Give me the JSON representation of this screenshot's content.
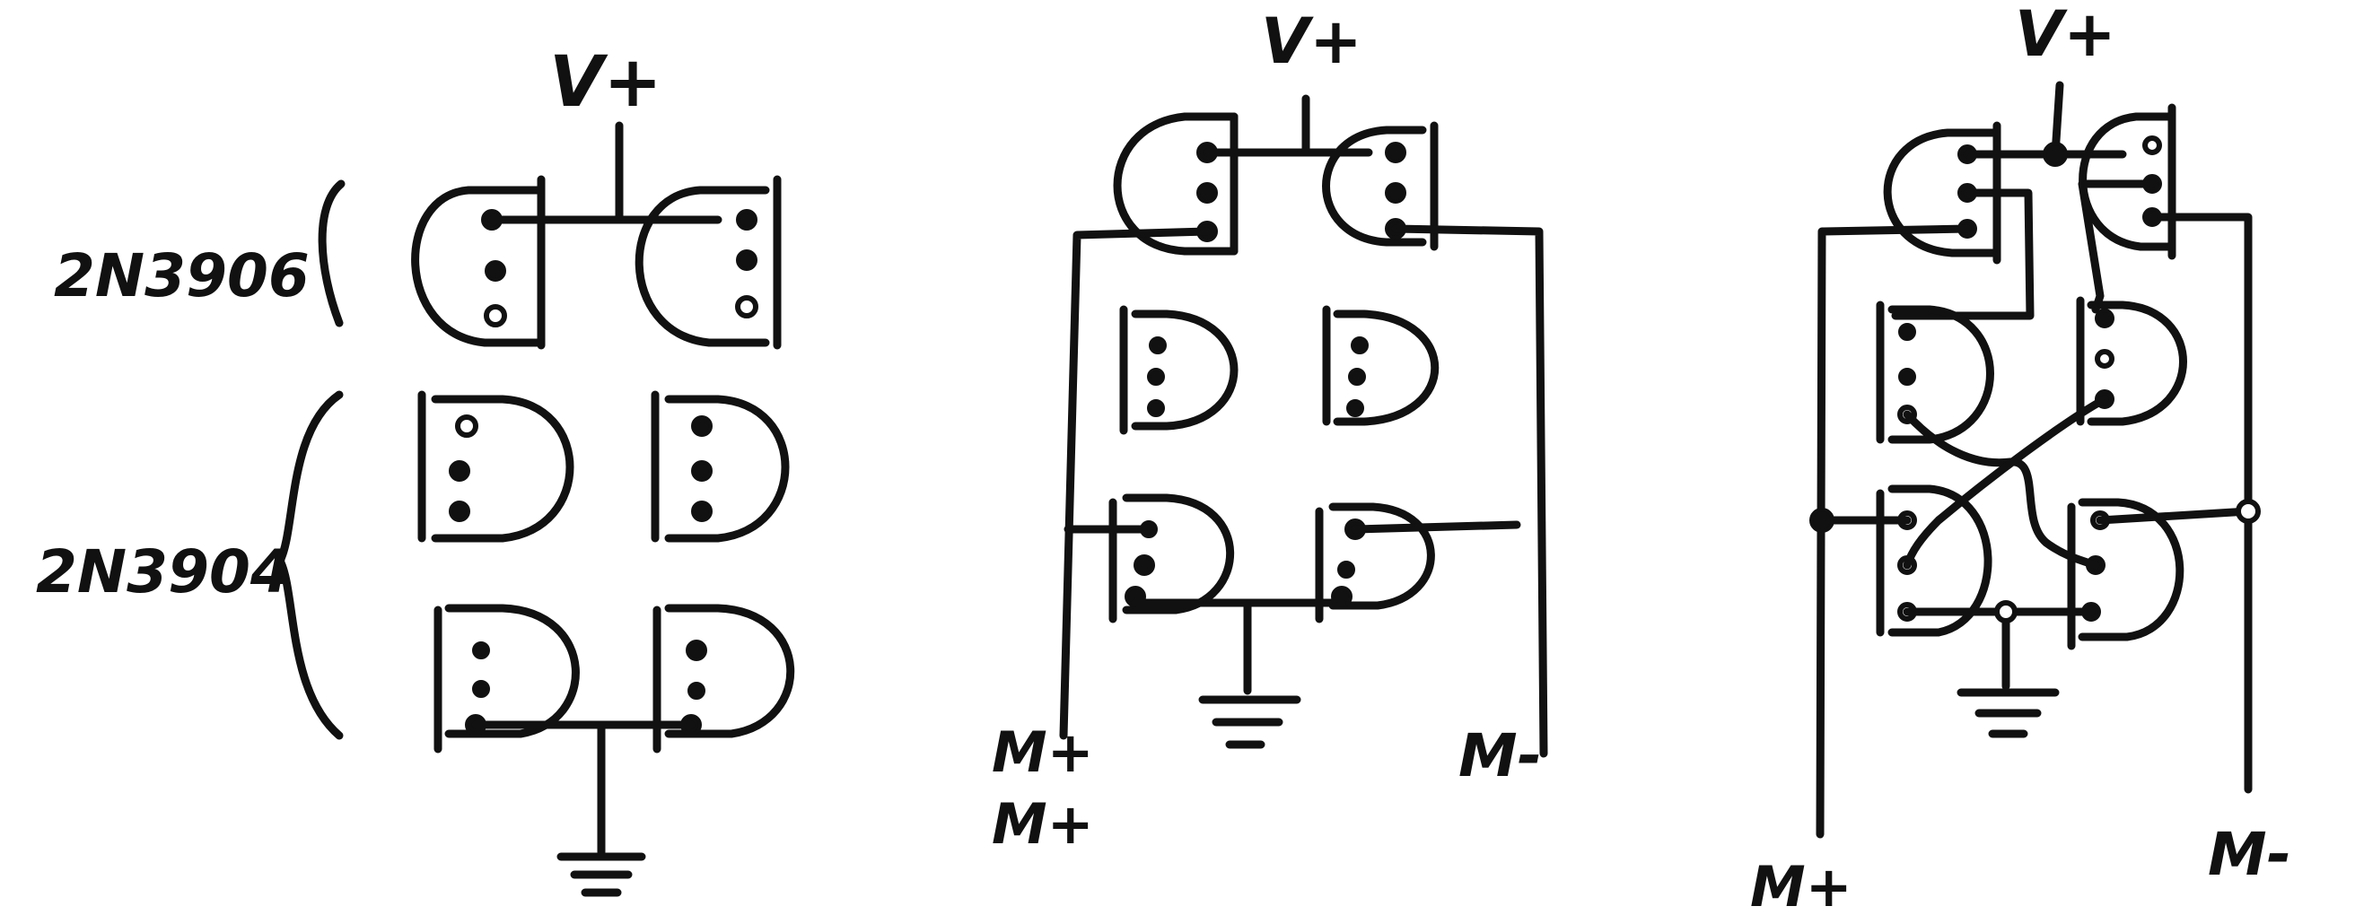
{
  "labels": {
    "pnp_part": "2N3906",
    "npn_part": "2N3904",
    "vplus": "V+",
    "motor_plus": "M+",
    "motor_minus": "M-"
  },
  "ink_color": "#111111",
  "background_color": "#ffffff"
}
